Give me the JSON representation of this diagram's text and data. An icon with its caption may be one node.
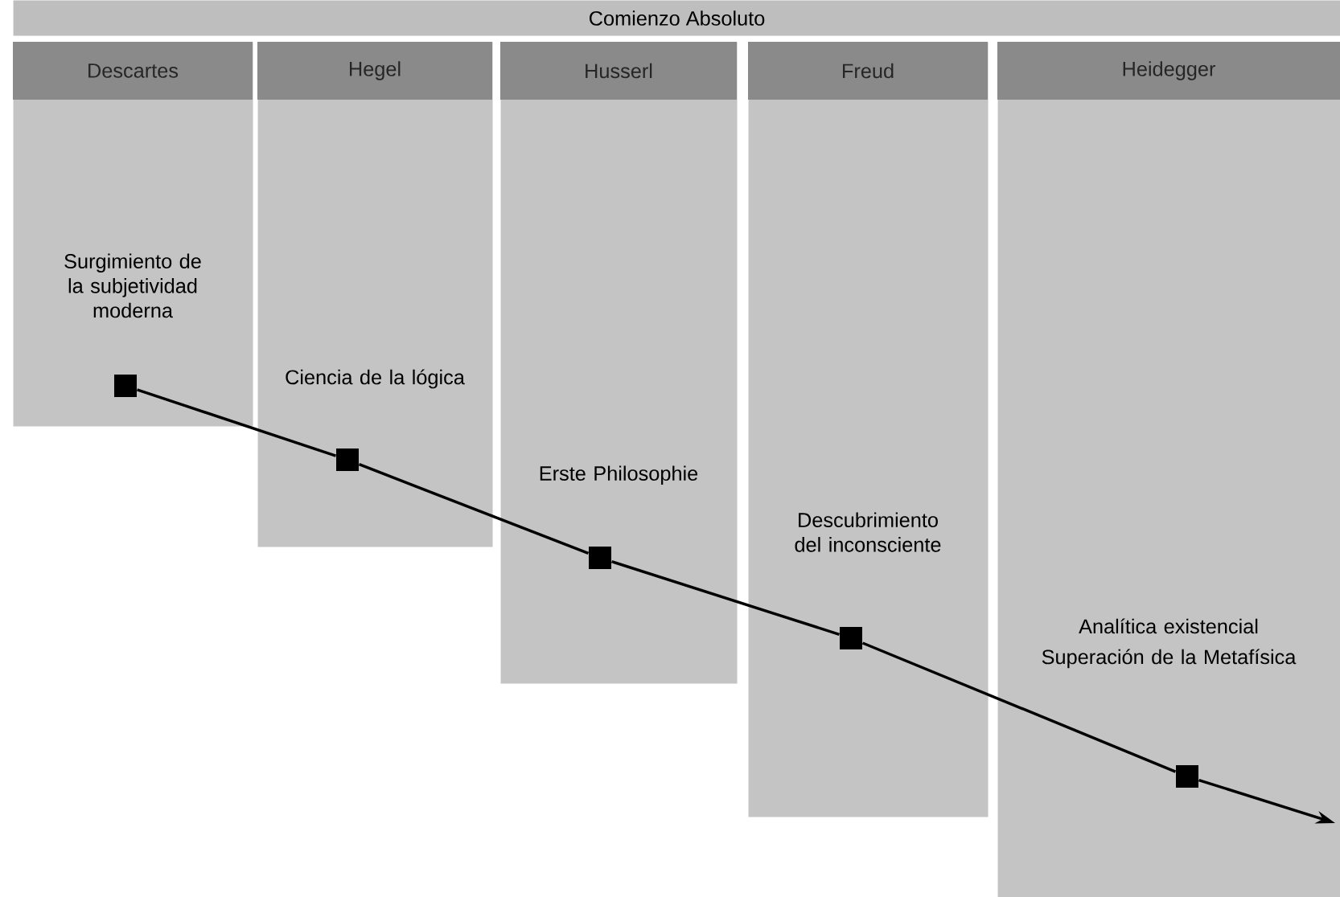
{
  "diagram": {
    "nodes": [
      {
        "text": [
          "Comienzo Absoluto"
        ]
      },
      {
        "text": [
          "Descartes",
          "Surgimiento de la subjetividad moderna"
        ]
      },
      {
        "text": [
          "Hegel",
          "Ciencia de la lógica"
        ]
      },
      {
        "text": [
          "Husserl",
          "Erste Philosophie"
        ]
      },
      {
        "text": [
          "Freud",
          "Descubrimiento del inconsciente"
        ]
      },
      {
        "text": [
          "Heidegger",
          "Analítica existencial",
          "Superación de la Metafísica"
        ]
      },
      {
        "text": [],
        "shape": "box",
        "in": 1
      },
      {
        "text": [],
        "shape": "box",
        "in": 2
      },
      {
        "text": [],
        "shape": "box",
        "in": 3
      },
      {
        "text": [],
        "shape": "box",
        "in": 4
      },
      {
        "text": [],
        "shape": "box",
        "in": 5
      }
    ],
    "edges": [
      {
        "from": 6,
        "to": 7,
        "arrow": "none"
      },
      {
        "from": 7,
        "to": 8,
        "arrow": "none"
      },
      {
        "from": 8,
        "to": 9,
        "arrow": "none"
      },
      {
        "from": 9,
        "to": 10,
        "arrow": "none"
      },
      {
        "from": 10,
        "to": null,
        "arrow": "to"
      }
    ]
  }
}
